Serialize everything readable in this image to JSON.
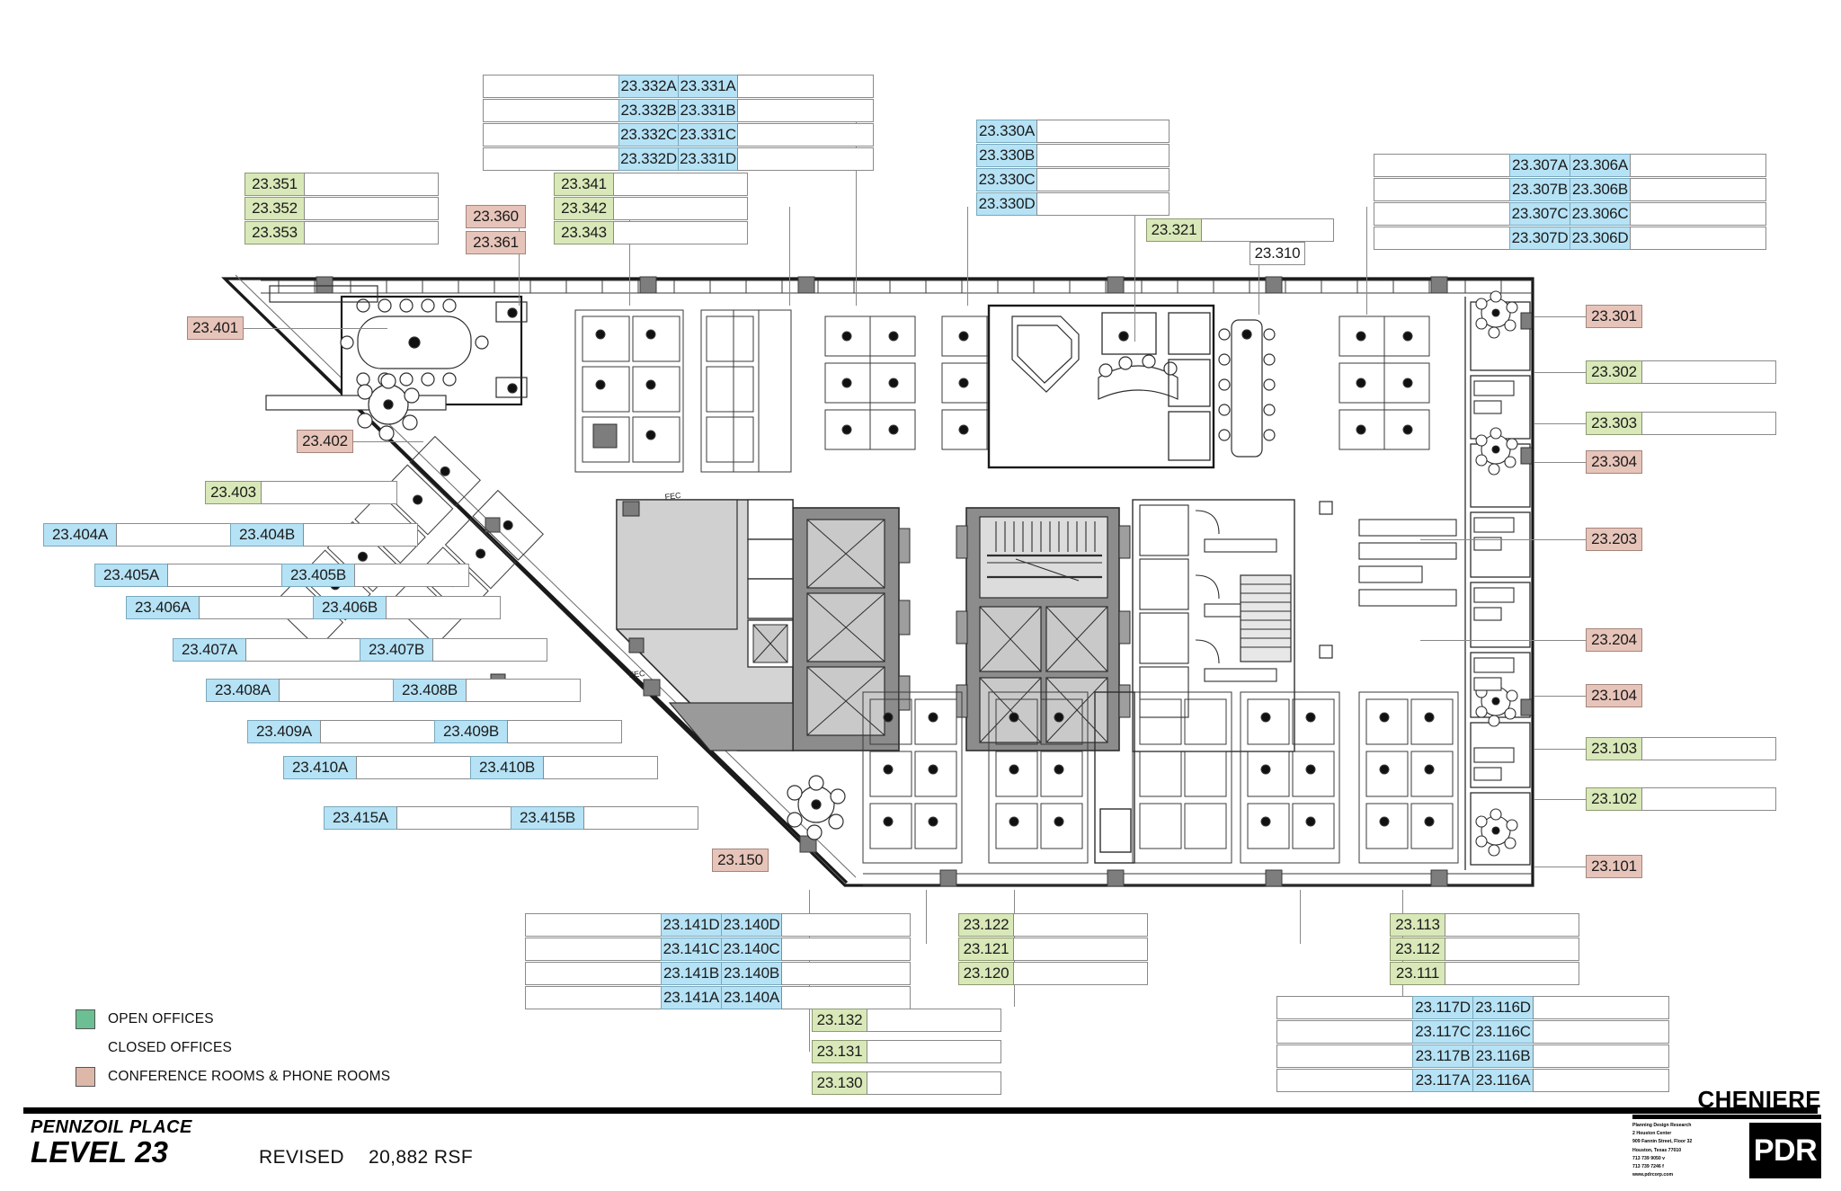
{
  "document": {
    "project": "PENNZOIL PLACE",
    "level": "LEVEL 23",
    "status": "REVISED",
    "area": "20,882 RSF",
    "client": "CHENIERE"
  },
  "firm": {
    "name": "PDR",
    "tagline": "Planning Design Research",
    "address_line1": "2 Houston Center",
    "address_line2": "909 Fannin Street, Floor 32",
    "address_line3": "Houston, Texas  77010",
    "phone": "713 739 9050  v",
    "fax": "713 739 7246  f",
    "website": "www.pdrcorp.com"
  },
  "legend": {
    "items": [
      {
        "label": "OPEN OFFICES",
        "color": "#6cbf92",
        "swatch": true
      },
      {
        "label": "CLOSED OFFICES",
        "color": "transparent",
        "swatch": false
      },
      {
        "label": "CONFERENCE ROOMS & PHONE ROOMS",
        "color": "#ddb8a9",
        "swatch": true
      }
    ]
  },
  "colors": {
    "open_office": "#d9e8b8",
    "closed_office": "#b6e2f5",
    "conference": "#e7c4b9",
    "plan_line": "#444444",
    "core_fill": "#8c8c8c"
  },
  "room_tags": {
    "top_332_331": [
      {
        "a": "23.332A",
        "b": "23.331A"
      },
      {
        "a": "23.332B",
        "b": "23.331B"
      },
      {
        "a": "23.332C",
        "b": "23.331C"
      },
      {
        "a": "23.332D",
        "b": "23.331D"
      }
    ],
    "top_330": [
      "23.330A",
      "23.330B",
      "23.330C",
      "23.330D"
    ],
    "top_307_306": [
      {
        "a": "23.307A",
        "b": "23.306A"
      },
      {
        "a": "23.307B",
        "b": "23.306B"
      },
      {
        "a": "23.307C",
        "b": "23.306C"
      },
      {
        "a": "23.307D",
        "b": "23.306D"
      }
    ],
    "top_35x": [
      "23.351",
      "23.352",
      "23.353"
    ],
    "top_34x": [
      "23.341",
      "23.342",
      "23.343"
    ],
    "top_36x": [
      "23.360",
      "23.361"
    ],
    "top_321": "23.321",
    "top_310": "23.310",
    "left_40x": [
      "23.401",
      "23.402",
      "23.403"
    ],
    "left_pairs": [
      {
        "a": "23.404A",
        "b": "23.404B"
      },
      {
        "a": "23.405A",
        "b": "23.405B"
      },
      {
        "a": "23.406A",
        "b": "23.406B"
      },
      {
        "a": "23.407A",
        "b": "23.407B"
      },
      {
        "a": "23.408A",
        "b": "23.408B"
      },
      {
        "a": "23.409A",
        "b": "23.409B"
      },
      {
        "a": "23.410A",
        "b": "23.410B"
      },
      {
        "a": "23.415A",
        "b": "23.415B"
      }
    ],
    "left_150": "23.150",
    "right_column": [
      {
        "label": "23.301",
        "type": "pink"
      },
      {
        "label": "23.302",
        "type": "green"
      },
      {
        "label": "23.303",
        "type": "green"
      },
      {
        "label": "23.304",
        "type": "pink"
      },
      {
        "label": "23.203",
        "type": "pink"
      },
      {
        "label": "23.204",
        "type": "pink"
      },
      {
        "label": "23.104",
        "type": "pink"
      },
      {
        "label": "23.103",
        "type": "green"
      },
      {
        "label": "23.102",
        "type": "green"
      },
      {
        "label": "23.101",
        "type": "pink"
      }
    ],
    "bottom_141_140": [
      {
        "a": "23.141D",
        "b": "23.140D"
      },
      {
        "a": "23.141C",
        "b": "23.140C"
      },
      {
        "a": "23.141B",
        "b": "23.140B"
      },
      {
        "a": "23.141A",
        "b": "23.140A"
      }
    ],
    "bottom_12x": [
      "23.122",
      "23.121",
      "23.120"
    ],
    "bottom_11x": [
      "23.113",
      "23.112",
      "23.111"
    ],
    "bottom_13x": [
      "23.132",
      "23.131",
      "23.130"
    ],
    "bottom_117_116": [
      {
        "a": "23.117D",
        "b": "23.116D"
      },
      {
        "a": "23.117C",
        "b": "23.116C"
      },
      {
        "a": "23.117B",
        "b": "23.116B"
      },
      {
        "a": "23.117A",
        "b": "23.116A"
      }
    ]
  },
  "plan_annotations": {
    "fec_markers": [
      "FEC",
      "FEC"
    ]
  }
}
